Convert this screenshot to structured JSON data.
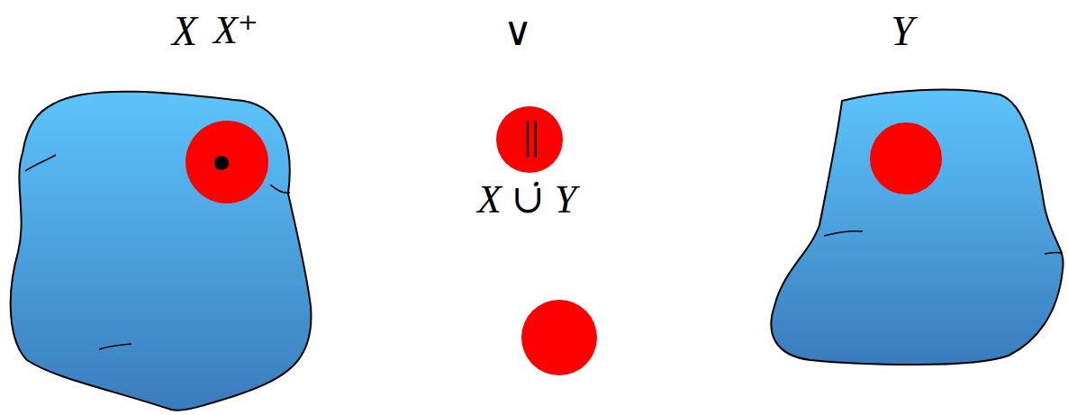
{
  "diagram": {
    "nodes": [
      {
        "text": [
          "X"
        ]
      },
      {
        "text": [
          "Y"
        ]
      }
    ],
    "labels": [
      "X⁺",
      "∨",
      "||",
      "X ∪̇ Y"
    ]
  }
}
